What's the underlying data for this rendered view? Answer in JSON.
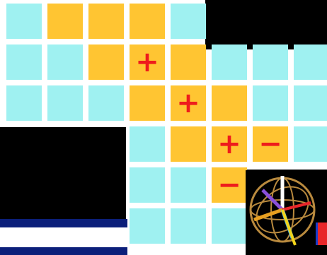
{
  "colors": {
    "background": "#000000",
    "empty_tile": "#9ff1f1",
    "filled_tile": "#ffc532",
    "symbol": "#ee1c1c",
    "panel": "#ffffff",
    "bar_blue": "#0b1f7a"
  },
  "tiles": [
    {
      "row": 0,
      "col": 0,
      "state": "empty",
      "symbol": ""
    },
    {
      "row": 0,
      "col": 1,
      "state": "filled",
      "symbol": ""
    },
    {
      "row": 0,
      "col": 2,
      "state": "filled",
      "symbol": ""
    },
    {
      "row": 0,
      "col": 3,
      "state": "filled",
      "symbol": ""
    },
    {
      "row": 0,
      "col": 4,
      "state": "empty",
      "symbol": ""
    },
    {
      "row": 1,
      "col": 0,
      "state": "empty",
      "symbol": ""
    },
    {
      "row": 1,
      "col": 1,
      "state": "empty",
      "symbol": ""
    },
    {
      "row": 1,
      "col": 2,
      "state": "filled",
      "symbol": ""
    },
    {
      "row": 1,
      "col": 3,
      "state": "filled",
      "symbol": "+"
    },
    {
      "row": 1,
      "col": 4,
      "state": "filled",
      "symbol": ""
    },
    {
      "row": 1,
      "col": 5,
      "state": "empty",
      "symbol": ""
    },
    {
      "row": 1,
      "col": 6,
      "state": "empty",
      "symbol": ""
    },
    {
      "row": 1,
      "col": 7,
      "state": "empty",
      "symbol": ""
    },
    {
      "row": 2,
      "col": 0,
      "state": "empty",
      "symbol": ""
    },
    {
      "row": 2,
      "col": 1,
      "state": "empty",
      "symbol": ""
    },
    {
      "row": 2,
      "col": 2,
      "state": "empty",
      "symbol": ""
    },
    {
      "row": 2,
      "col": 3,
      "state": "filled",
      "symbol": ""
    },
    {
      "row": 2,
      "col": 4,
      "state": "filled",
      "symbol": "+"
    },
    {
      "row": 2,
      "col": 5,
      "state": "filled",
      "symbol": ""
    },
    {
      "row": 2,
      "col": 6,
      "state": "empty",
      "symbol": ""
    },
    {
      "row": 2,
      "col": 7,
      "state": "empty",
      "symbol": ""
    },
    {
      "row": 3,
      "col": 3,
      "state": "empty",
      "symbol": ""
    },
    {
      "row": 3,
      "col": 4,
      "state": "filled",
      "symbol": ""
    },
    {
      "row": 3,
      "col": 5,
      "state": "filled",
      "symbol": "+"
    },
    {
      "row": 3,
      "col": 6,
      "state": "filled",
      "symbol": "−"
    },
    {
      "row": 3,
      "col": 7,
      "state": "empty",
      "symbol": ""
    },
    {
      "row": 4,
      "col": 3,
      "state": "empty",
      "symbol": ""
    },
    {
      "row": 4,
      "col": 4,
      "state": "empty",
      "symbol": ""
    },
    {
      "row": 4,
      "col": 5,
      "state": "filled",
      "symbol": "−"
    },
    {
      "row": 5,
      "col": 3,
      "state": "empty",
      "symbol": ""
    },
    {
      "row": 5,
      "col": 4,
      "state": "empty",
      "symbol": ""
    },
    {
      "row": 5,
      "col": 5,
      "state": "empty",
      "symbol": ""
    }
  ],
  "widgets": {
    "gyroscope_icon": "gyroscope-icon"
  }
}
